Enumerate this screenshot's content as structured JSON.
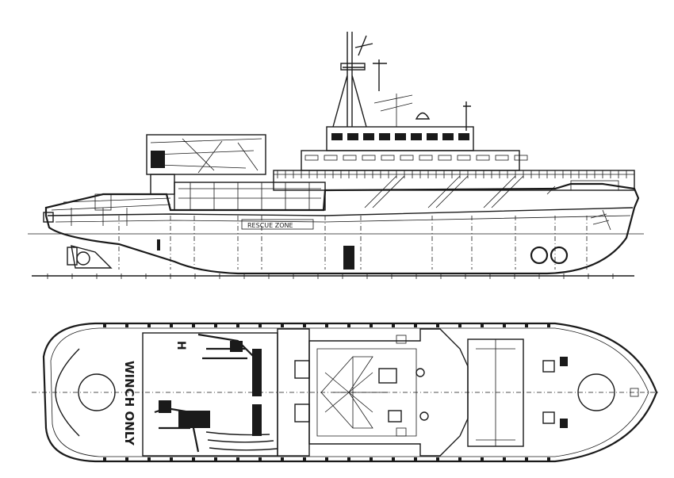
{
  "profile_view": {
    "hull_label": "RESCUE ZONE"
  },
  "deck_plan": {
    "aft_deck_text_1": "WINCH ONLY",
    "aft_deck_text_2": "H"
  }
}
